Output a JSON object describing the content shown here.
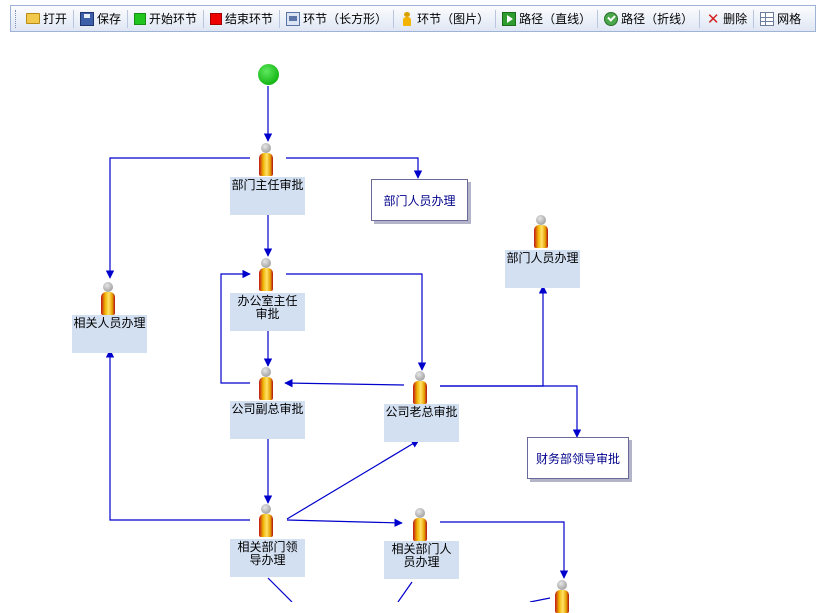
{
  "toolbar": {
    "open": "打开",
    "save": "保存",
    "start_node": "开始环节",
    "end_node": "结束环节",
    "node_rect": "环节（长方形）",
    "node_image": "环节（图片）",
    "path_straight": "路径（直线）",
    "path_polyline": "路径（折线）",
    "delete": "删除",
    "grid": "网格"
  },
  "diagram": {
    "nodes": {
      "dept_director": "部门主任审批",
      "dept_staff_rect": "部门人员办理",
      "dept_staff_img": "部门人员办理",
      "related_staff": "相关人员办理",
      "office_director": "办公室主任审批",
      "vice_gm": "公司副总审批",
      "gm": "公司老总审批",
      "finance_leader": "财务部领导审批",
      "related_dept_leader": "相关部门领导办理",
      "related_dept_staff": "相关部门人员办理"
    }
  },
  "colors": {
    "edge": "#0000cc",
    "label_bg": "#d3e0f2",
    "rect_text": "#00008b",
    "start": "#22c41e"
  }
}
